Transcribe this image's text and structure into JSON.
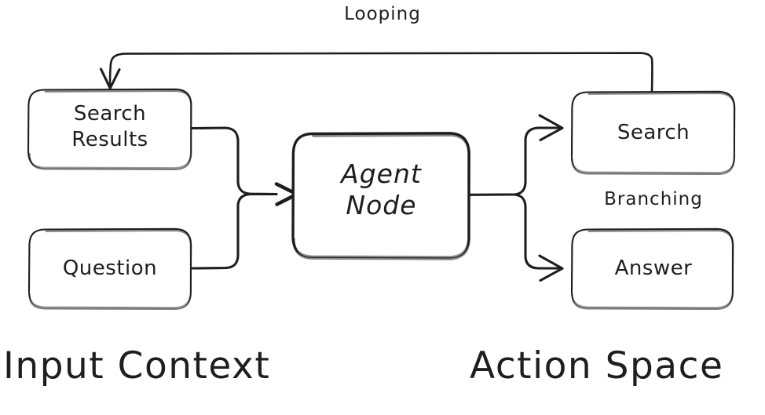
{
  "diagram": {
    "title": "Agent Node loop and branching diagram",
    "background_color": "#ffffff",
    "stroke_color": "#1e1e1e",
    "nodes": {
      "search_results": {
        "label_line1": "Search",
        "label_line2": "Results"
      },
      "question": {
        "label": "Question"
      },
      "agent_node": {
        "label_line1": "Agent",
        "label_line2": "Node"
      },
      "search_action": {
        "label": "Search"
      },
      "answer_action": {
        "label": "Answer"
      }
    },
    "edge_labels": {
      "looping": "Looping",
      "branching": "Branching"
    },
    "section_labels": {
      "input_context": "Input Context",
      "action_space": "Action Space"
    }
  }
}
